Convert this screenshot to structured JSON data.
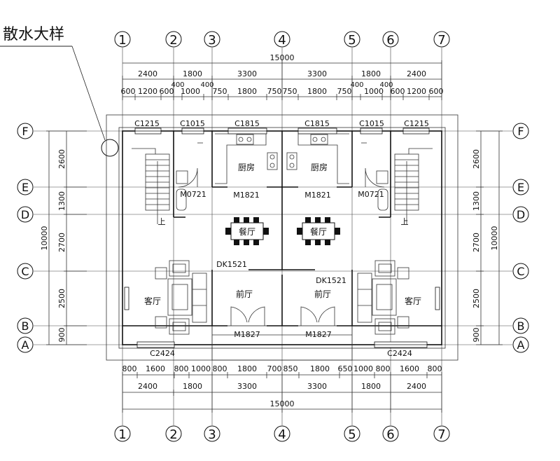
{
  "note_label": "散水大样",
  "axes": {
    "columns": [
      "1",
      "2",
      "3",
      "4",
      "5",
      "6",
      "7"
    ],
    "rows": [
      "F",
      "E",
      "D",
      "C",
      "B",
      "A"
    ]
  },
  "dims": {
    "total": "15000",
    "top_l1": [
      "2400",
      "1800",
      "3300",
      "3300",
      "1800",
      "2400"
    ],
    "top_l2": [
      "600",
      "1200",
      "600",
      "1000",
      "750",
      "1800",
      "750",
      "750",
      "1800",
      "750",
      "1000",
      "600",
      "1200",
      "600"
    ],
    "top_small": [
      "400",
      "400",
      "400",
      "400"
    ],
    "bottom_l1": [
      "800",
      "1600",
      "800",
      "1000",
      "800",
      "1800",
      "700",
      "850",
      "1800",
      "650",
      "1000",
      "800",
      "1600",
      "800"
    ],
    "bottom_l2": [
      "2400",
      "1800",
      "3300",
      "3300",
      "1800",
      "2400"
    ],
    "left_rows": [
      "2600",
      "1300",
      "2700",
      "2500",
      "900"
    ],
    "left_total": "10000",
    "right_rows": [
      "2600",
      "1300",
      "2700",
      "2500",
      "900"
    ],
    "right_total": "10000"
  },
  "labels": {
    "win_c1215": "C1215",
    "win_c1015": "C1015",
    "win_c1815": "C1815",
    "win_c2424": "C2424",
    "door_m0721": "M0721",
    "door_m1821": "M1821",
    "door_m1827": "M1827",
    "door_dk1521": "DK1521",
    "room_kitchen": "厨房",
    "room_dining": "餐厅",
    "room_foyer": "前厅",
    "room_living": "客厅",
    "stair_up": "上"
  }
}
